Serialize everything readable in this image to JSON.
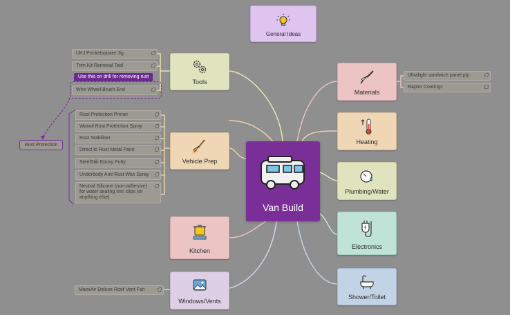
{
  "center": {
    "title": "Van Build",
    "color": "#7a2f98"
  },
  "general": {
    "label": "General Ideas",
    "icon": "lightbulb-icon"
  },
  "topics": {
    "tools": {
      "label": "Tools",
      "icon": "gears-icon"
    },
    "vehicle_prep": {
      "label": "Vehicle Prep",
      "icon": "brush-icon"
    },
    "kitchen": {
      "label": "Kitchen",
      "icon": "cooking-pot-icon"
    },
    "windows": {
      "label": "Windows/Vents",
      "icon": "picture-icon"
    },
    "materials": {
      "label": "Materials",
      "icon": "paintbrush-icon"
    },
    "heating": {
      "label": "Heating",
      "icon": "thermometer-icon"
    },
    "plumbing": {
      "label": "Plumbing/Water",
      "icon": "water-gauge-icon"
    },
    "electronics": {
      "label": "Electronics",
      "icon": "plug-icon"
    },
    "shower": {
      "label": "Shower/Toilet",
      "icon": "bathtub-icon"
    }
  },
  "tools_items": [
    "UKJ Pocketsquare Jig",
    "Trim Kit Removal Tool",
    "Wire Wheel Brush End"
  ],
  "tooltip": "Use this on drill for removing rust",
  "prep_items": [
    "Rust Protection Primer",
    "Waxoil Rust Protection Spray",
    "Rust Stabiliser",
    "Direct to Rust Metal Paint",
    "SteelStik Epoxy Putty",
    "Underbody Anti-Rust Wax Spray",
    "Neutral Silicone (non-adhesive) for water sealing trim clips (or anything else)"
  ],
  "rust_protection": "Rust Protection",
  "materials_items": [
    "Ultralight sandwich panel ply",
    "Raptor Coatings"
  ],
  "windows_items": [
    "MaxxAir Deluxe Roof Vent Fan"
  ]
}
